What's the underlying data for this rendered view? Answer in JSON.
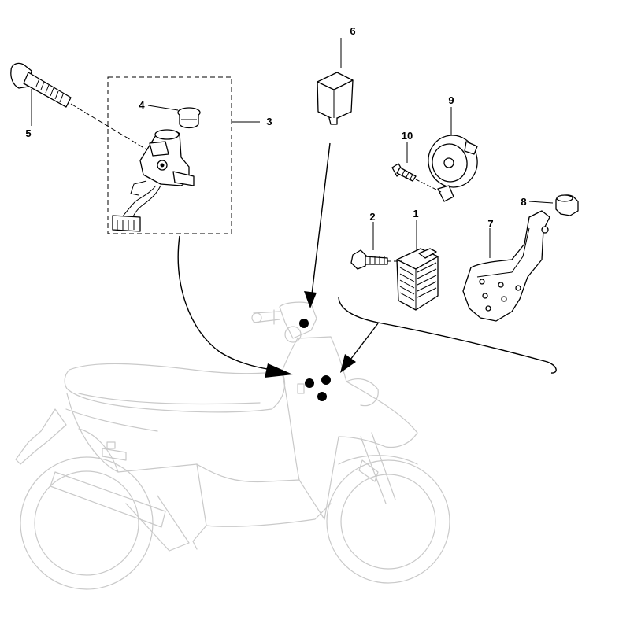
{
  "callouts": [
    {
      "id": "1",
      "text": "1",
      "part": "rectifier-regulator"
    },
    {
      "id": "2",
      "text": "2",
      "part": "regulator-bolt"
    },
    {
      "id": "3",
      "text": "3",
      "part": "main-switch-assembly"
    },
    {
      "id": "4",
      "text": "4",
      "part": "seat-lock-cylinder"
    },
    {
      "id": "5",
      "text": "5",
      "part": "special-bolt"
    },
    {
      "id": "6",
      "text": "6",
      "part": "flasher-relay"
    },
    {
      "id": "7",
      "text": "7",
      "part": "bracket"
    },
    {
      "id": "8",
      "text": "8",
      "part": "grommet"
    },
    {
      "id": "9",
      "text": "9",
      "part": "horn"
    },
    {
      "id": "10",
      "text": "10",
      "part": "horn-bolt"
    }
  ],
  "mounting_points": 4,
  "colors": {
    "line": "#000000",
    "ghost": "#c9c9c9",
    "background": "#ffffff"
  }
}
